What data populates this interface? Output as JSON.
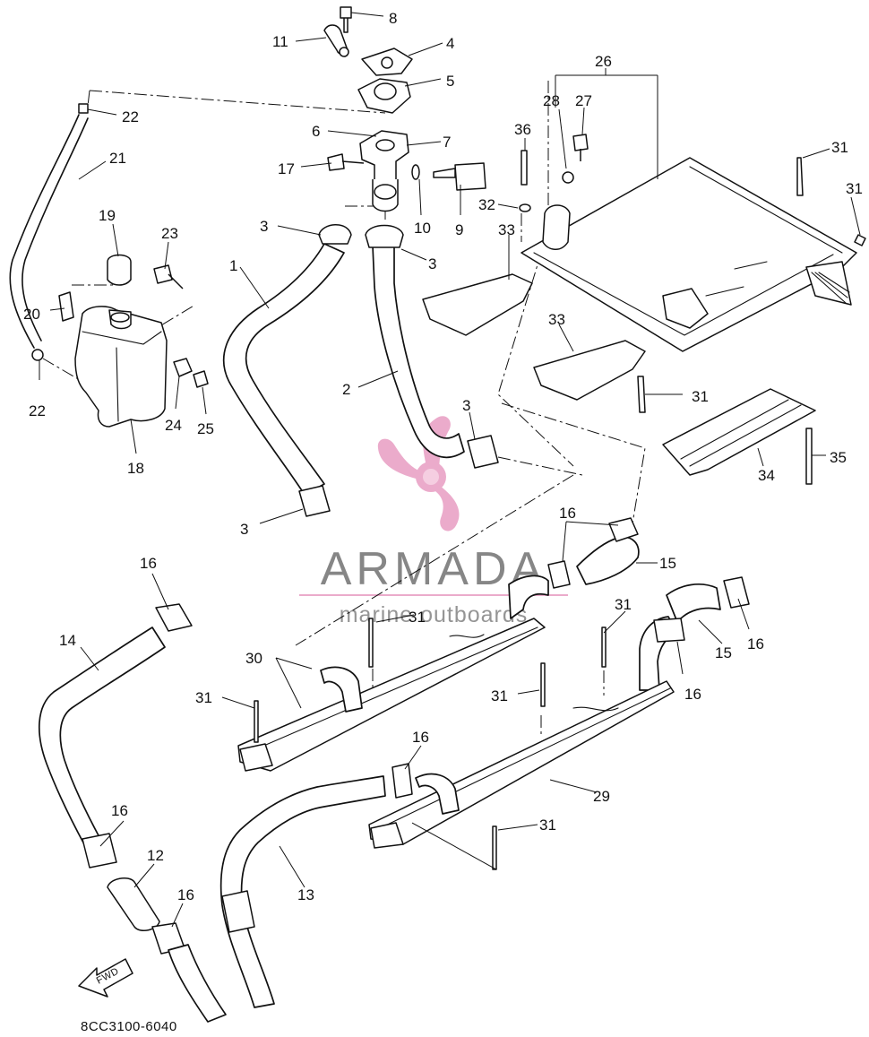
{
  "diagram_code": "8CC3100-6040",
  "direction_marker": "FWD",
  "watermark": {
    "brand": "ARMADA",
    "tagline": "marine outboards",
    "accent_color": "#e9a3c6"
  },
  "callouts": [
    {
      "id": "8",
      "label": "8"
    },
    {
      "id": "11",
      "label": "11"
    },
    {
      "id": "4",
      "label": "4"
    },
    {
      "id": "5",
      "label": "5"
    },
    {
      "id": "26",
      "label": "26"
    },
    {
      "id": "22a",
      "label": "22"
    },
    {
      "id": "28",
      "label": "28"
    },
    {
      "id": "27",
      "label": "27"
    },
    {
      "id": "36",
      "label": "36"
    },
    {
      "id": "6",
      "label": "6"
    },
    {
      "id": "7",
      "label": "7"
    },
    {
      "id": "21",
      "label": "21"
    },
    {
      "id": "31a",
      "label": "31"
    },
    {
      "id": "17",
      "label": "17"
    },
    {
      "id": "31b",
      "label": "31"
    },
    {
      "id": "19",
      "label": "19"
    },
    {
      "id": "32",
      "label": "32"
    },
    {
      "id": "10",
      "label": "10"
    },
    {
      "id": "9",
      "label": "9"
    },
    {
      "id": "3a",
      "label": "3"
    },
    {
      "id": "33a",
      "label": "33"
    },
    {
      "id": "23",
      "label": "23"
    },
    {
      "id": "1",
      "label": "1"
    },
    {
      "id": "3b",
      "label": "3"
    },
    {
      "id": "20",
      "label": "20"
    },
    {
      "id": "33b",
      "label": "33"
    },
    {
      "id": "22b",
      "label": "22"
    },
    {
      "id": "2",
      "label": "2"
    },
    {
      "id": "31c",
      "label": "31"
    },
    {
      "id": "24",
      "label": "24"
    },
    {
      "id": "25",
      "label": "25"
    },
    {
      "id": "3c",
      "label": "3"
    },
    {
      "id": "18",
      "label": "18"
    },
    {
      "id": "35",
      "label": "35"
    },
    {
      "id": "34",
      "label": "34"
    },
    {
      "id": "3d",
      "label": "3"
    },
    {
      "id": "16a",
      "label": "16"
    },
    {
      "id": "15a",
      "label": "15"
    },
    {
      "id": "16b",
      "label": "16"
    },
    {
      "id": "31d",
      "label": "31"
    },
    {
      "id": "31e",
      "label": "31"
    },
    {
      "id": "14",
      "label": "14"
    },
    {
      "id": "30",
      "label": "30"
    },
    {
      "id": "15b",
      "label": "15"
    },
    {
      "id": "16c",
      "label": "16"
    },
    {
      "id": "31f",
      "label": "31"
    },
    {
      "id": "31g",
      "label": "31"
    },
    {
      "id": "16d",
      "label": "16"
    },
    {
      "id": "16e",
      "label": "16"
    },
    {
      "id": "29",
      "label": "29"
    },
    {
      "id": "16f",
      "label": "16"
    },
    {
      "id": "31h",
      "label": "31"
    },
    {
      "id": "12",
      "label": "12"
    },
    {
      "id": "16g",
      "label": "16"
    },
    {
      "id": "13",
      "label": "13"
    }
  ]
}
